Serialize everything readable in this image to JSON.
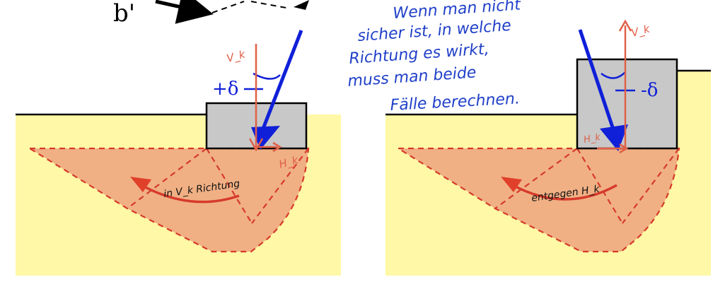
{
  "header": {
    "label": "b'"
  },
  "left_panel": {
    "angle_label": "+δ",
    "vertical_force_label": "V_k",
    "horizontal_force_label": "H_k",
    "arrow_note": "in V_k Richtung"
  },
  "right_panel": {
    "angle_label": "-δ",
    "vertical_force_label": "V_k",
    "horizontal_force_label": "H_k",
    "arrow_note": "entgegen H_k"
  },
  "handwritten_note": {
    "lines": [
      "Wenn man nicht",
      "sicher ist, in welche",
      "Richtung es wirkt,",
      "muss man beide",
      "Fälle berechnen."
    ]
  },
  "colors": {
    "soil": "#fff8a6",
    "wedge_fill": "#f0b084",
    "dashed": "#d63a2a",
    "footing": "#c8c8c8",
    "force_arrow": "#1020d8",
    "annotation_red": "#e06048",
    "annotation_blue": "#2040c8"
  }
}
